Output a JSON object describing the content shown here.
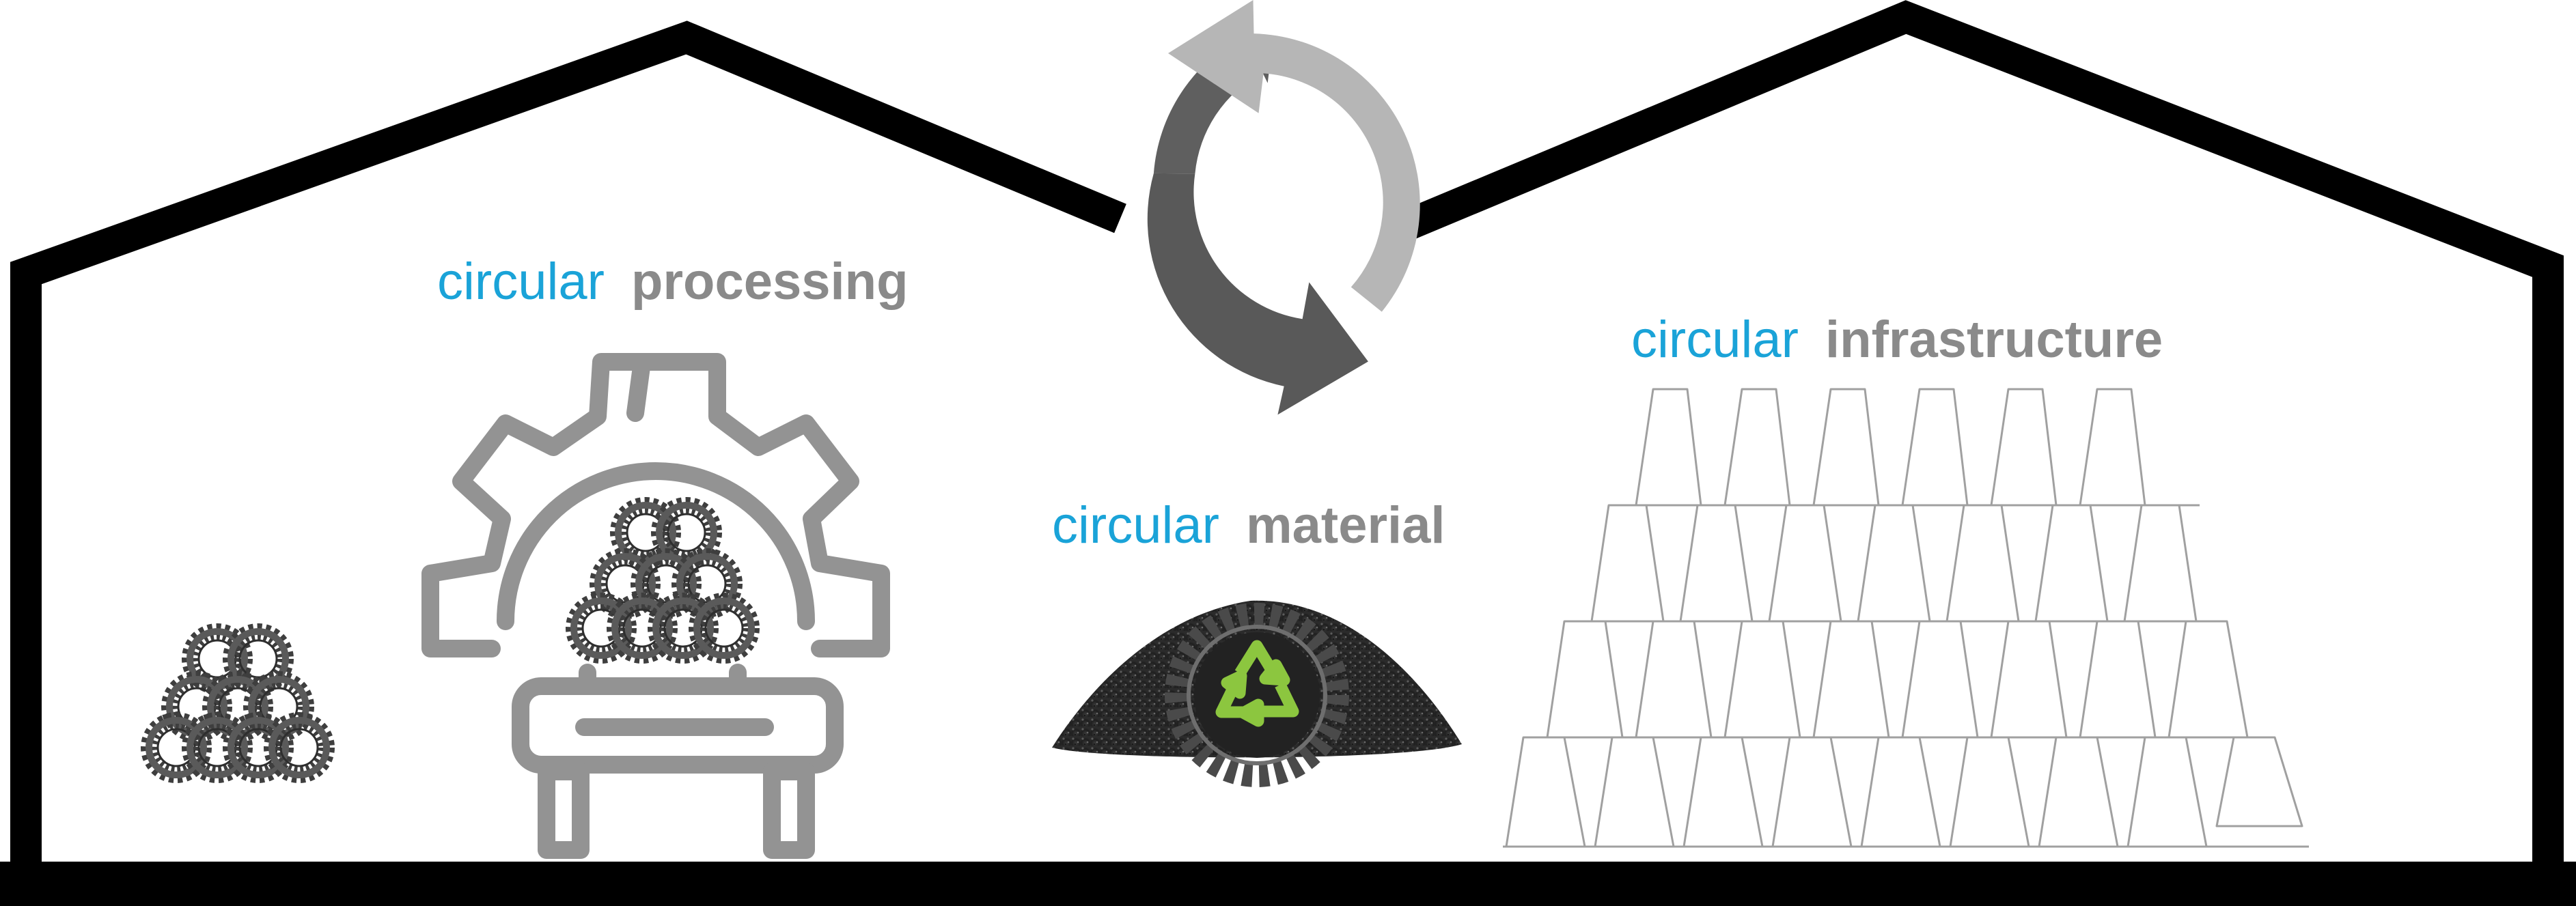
{
  "labels": {
    "processing": {
      "accent": "circular",
      "main": "processing"
    },
    "material": {
      "accent": "circular",
      "main": "material"
    },
    "infrastructure": {
      "accent": "circular",
      "main": "infrastructure"
    }
  },
  "colors": {
    "accent": "#1aa3d8",
    "label_gray": "#8a8a8a",
    "outline": "#000000",
    "machine_gray": "#939393",
    "tire_dark": "#3c3c3c",
    "recycle_green": "#8cc63f",
    "arrow_light": "#b3b3b3",
    "arrow_dark": "#595959",
    "block_stroke": "#9a9a9a"
  },
  "icons": [
    "building-outline-icon",
    "recycle-cycle-arrows-icon",
    "gear-machine-icon",
    "tire-stack-icon",
    "crumb-rubber-pile-icon",
    "recycle-symbol-icon",
    "block-wall-icon"
  ]
}
